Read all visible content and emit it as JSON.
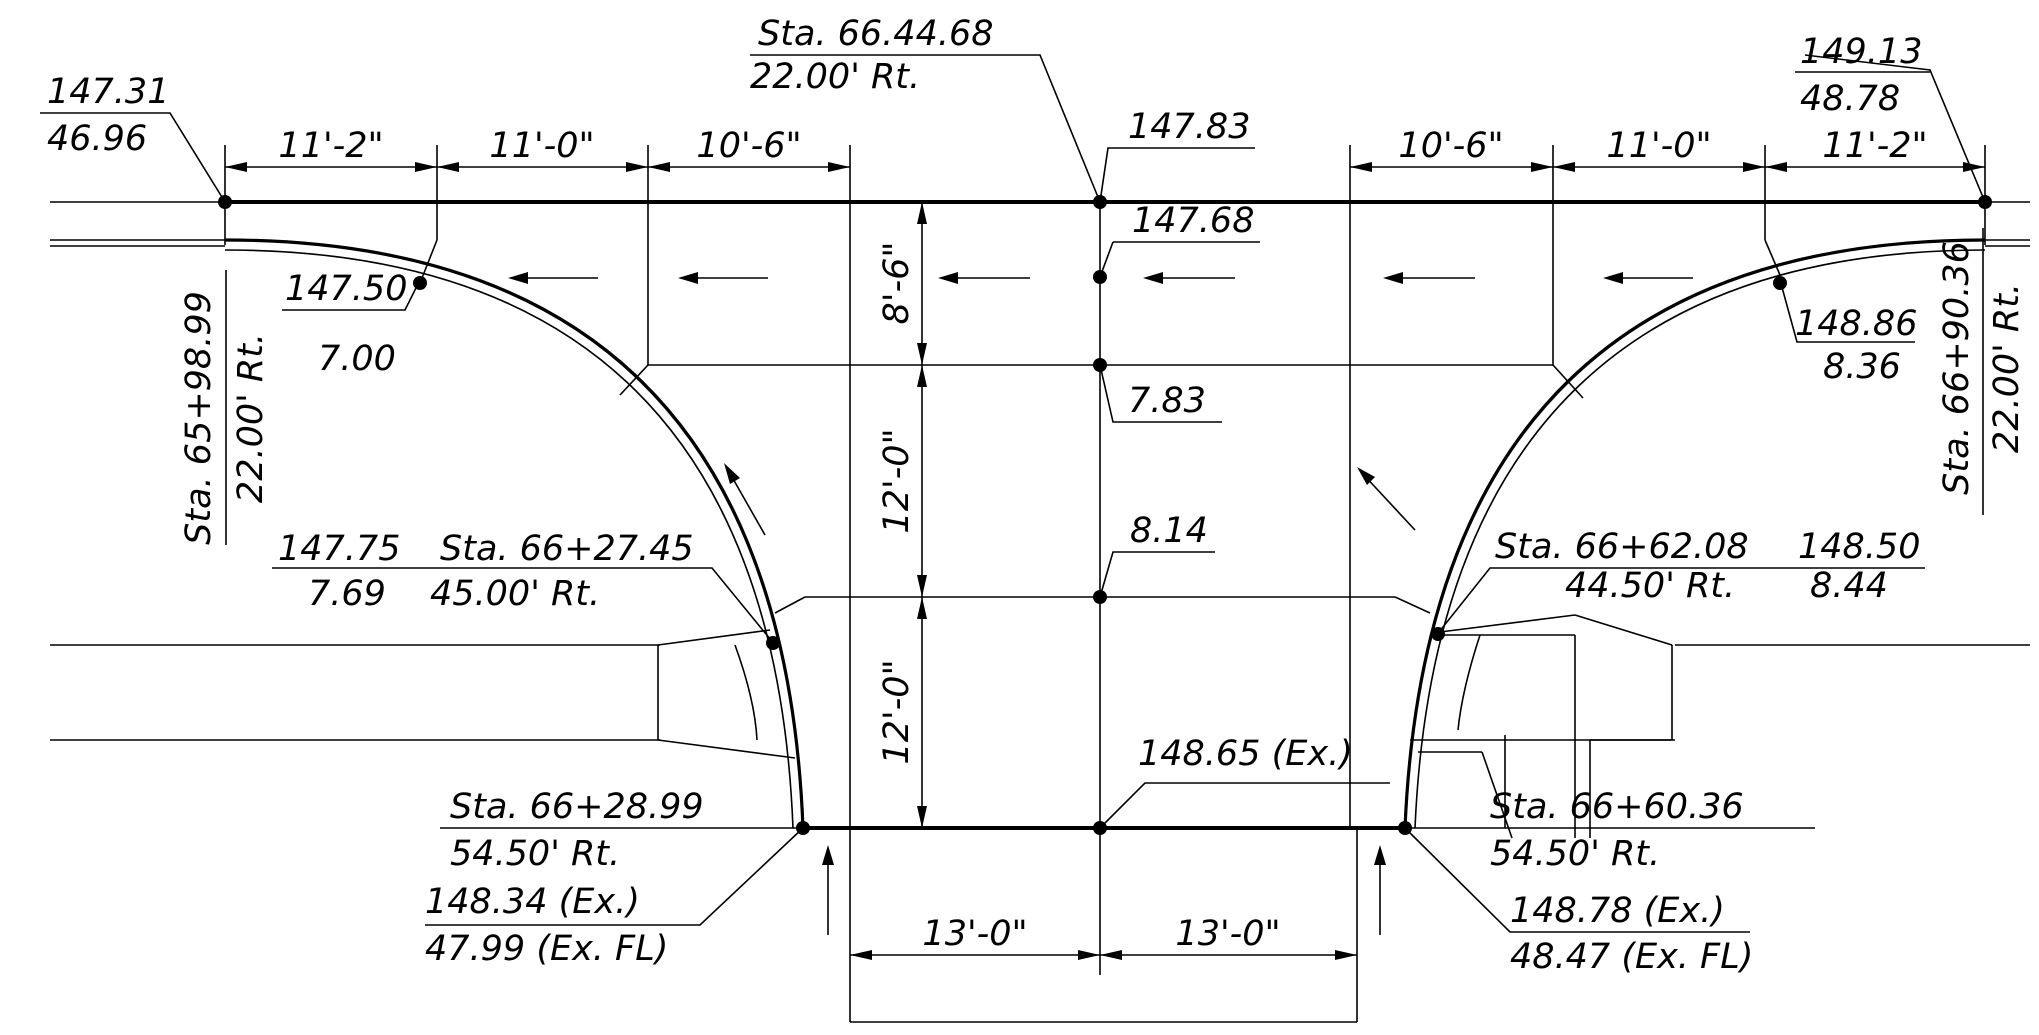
{
  "labels": {
    "sta_top": "Sta. 66.44.68",
    "sta_top_off": "22.00' Rt.",
    "tl_elev_1": "147.31",
    "tl_elev_2": "46.96",
    "tr_elev_1": "149.13",
    "tr_elev_2": "48.78",
    "ctr_147_83": "147.83",
    "ctr_147_68": "147.68",
    "ctr_7_83": "7.83",
    "ctr_8_14": "8.14",
    "ctr_148_65": "148.65 (Ex.)",
    "l_147_50": "147.50",
    "l_7_00": "7.00",
    "r_148_86": "148.86",
    "r_8_36": "8.36",
    "l_147_75": "147.75",
    "l_7_69": "7.69",
    "l_sta_2745": "Sta. 66+27.45",
    "l_sta_2745_off": "45.00' Rt.",
    "r_sta_6208": "Sta. 66+62.08",
    "r_sta_6208_off": "44.50' Rt.",
    "r_148_50": "148.50",
    "r_8_44": "8.44",
    "l_sta_2899": "Sta. 66+28.99",
    "l_sta_2899_off": "54.50' Rt.",
    "l_148_34": "148.34 (Ex.)",
    "l_47_99": "47.99   (Ex. FL)",
    "r_sta_6036": "Sta. 66+60.36",
    "r_sta_6036_off": "54.50' Rt.",
    "r_148_78": "148.78 (Ex.)",
    "r_48_47": "48.47 (Ex. FL)",
    "l_vert_sta": "Sta. 65+98.99",
    "l_vert_off": "22.00' Rt.",
    "r_vert_sta": "Sta. 66+90.36",
    "r_vert_off": "22.00' Rt."
  },
  "dimensions": {
    "top_left": [
      "11'-2\"",
      "11'-0\"",
      "10'-6\""
    ],
    "top_right": [
      "10'-6\"",
      "11'-0\"",
      "11'-2\""
    ],
    "vertical": [
      "8'-6\"",
      "12'-0\"",
      "12'-0\""
    ],
    "bottom": [
      "13'-0\"",
      "13'-0\""
    ]
  }
}
